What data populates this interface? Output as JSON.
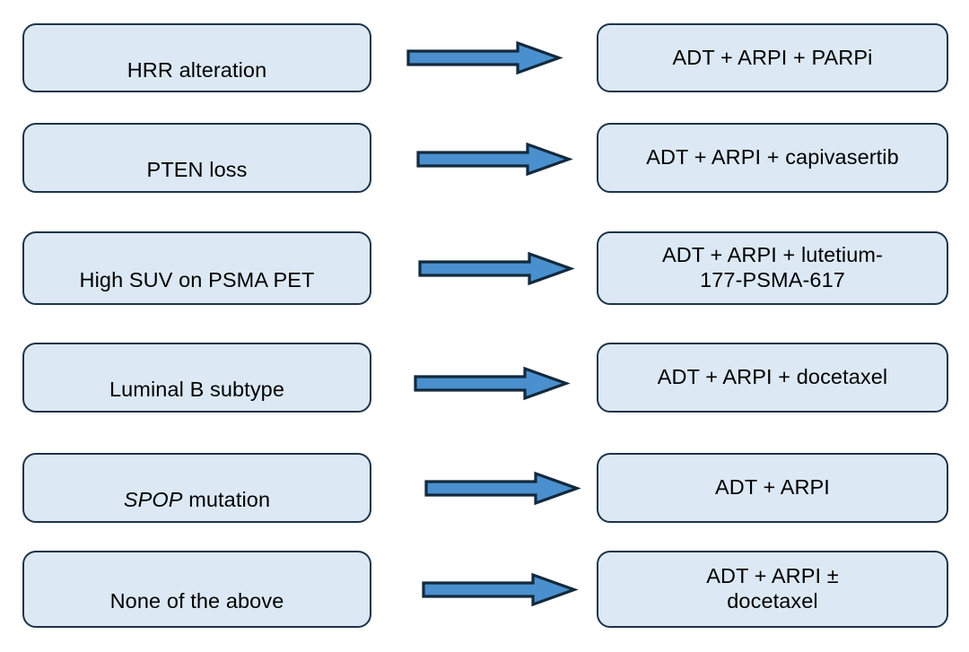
{
  "diagram": {
    "type": "flow-mapping",
    "title": "",
    "orientation": "left-to-right",
    "colors": {
      "node_fill": "#dce9f5",
      "node_border": "#1f3349",
      "arrow_fill": "#4a90ce",
      "arrow_border": "#13293d",
      "text": "#000000",
      "background": "#ffffff"
    },
    "arrow_icon_name": "right-block-arrow-icon",
    "rows": [
      {
        "biomarker": "HRR alteration",
        "biomarker_italic_prefix": "",
        "treatment": "ADT + ARPI + PARPi",
        "arrow_label": "leads to"
      },
      {
        "biomarker": "PTEN loss",
        "biomarker_italic_prefix": "",
        "treatment": "ADT + ARPI + capivasertib",
        "arrow_label": "leads to"
      },
      {
        "biomarker": "High SUV on PSMA PET",
        "biomarker_italic_prefix": "",
        "treatment": "ADT + ARPI + lutetium-\n177-PSMA-617",
        "arrow_label": "leads to"
      },
      {
        "biomarker": "Luminal B subtype",
        "biomarker_italic_prefix": "",
        "treatment": "ADT + ARPI + docetaxel",
        "arrow_label": "leads to"
      },
      {
        "biomarker": " mutation",
        "biomarker_italic_prefix": "SPOP",
        "treatment": "ADT + ARPI",
        "arrow_label": "leads to"
      },
      {
        "biomarker": "None of the above",
        "biomarker_italic_prefix": "",
        "treatment": "ADT + ARPI ±\ndocetaxel",
        "arrow_label": "leads to"
      }
    ]
  }
}
